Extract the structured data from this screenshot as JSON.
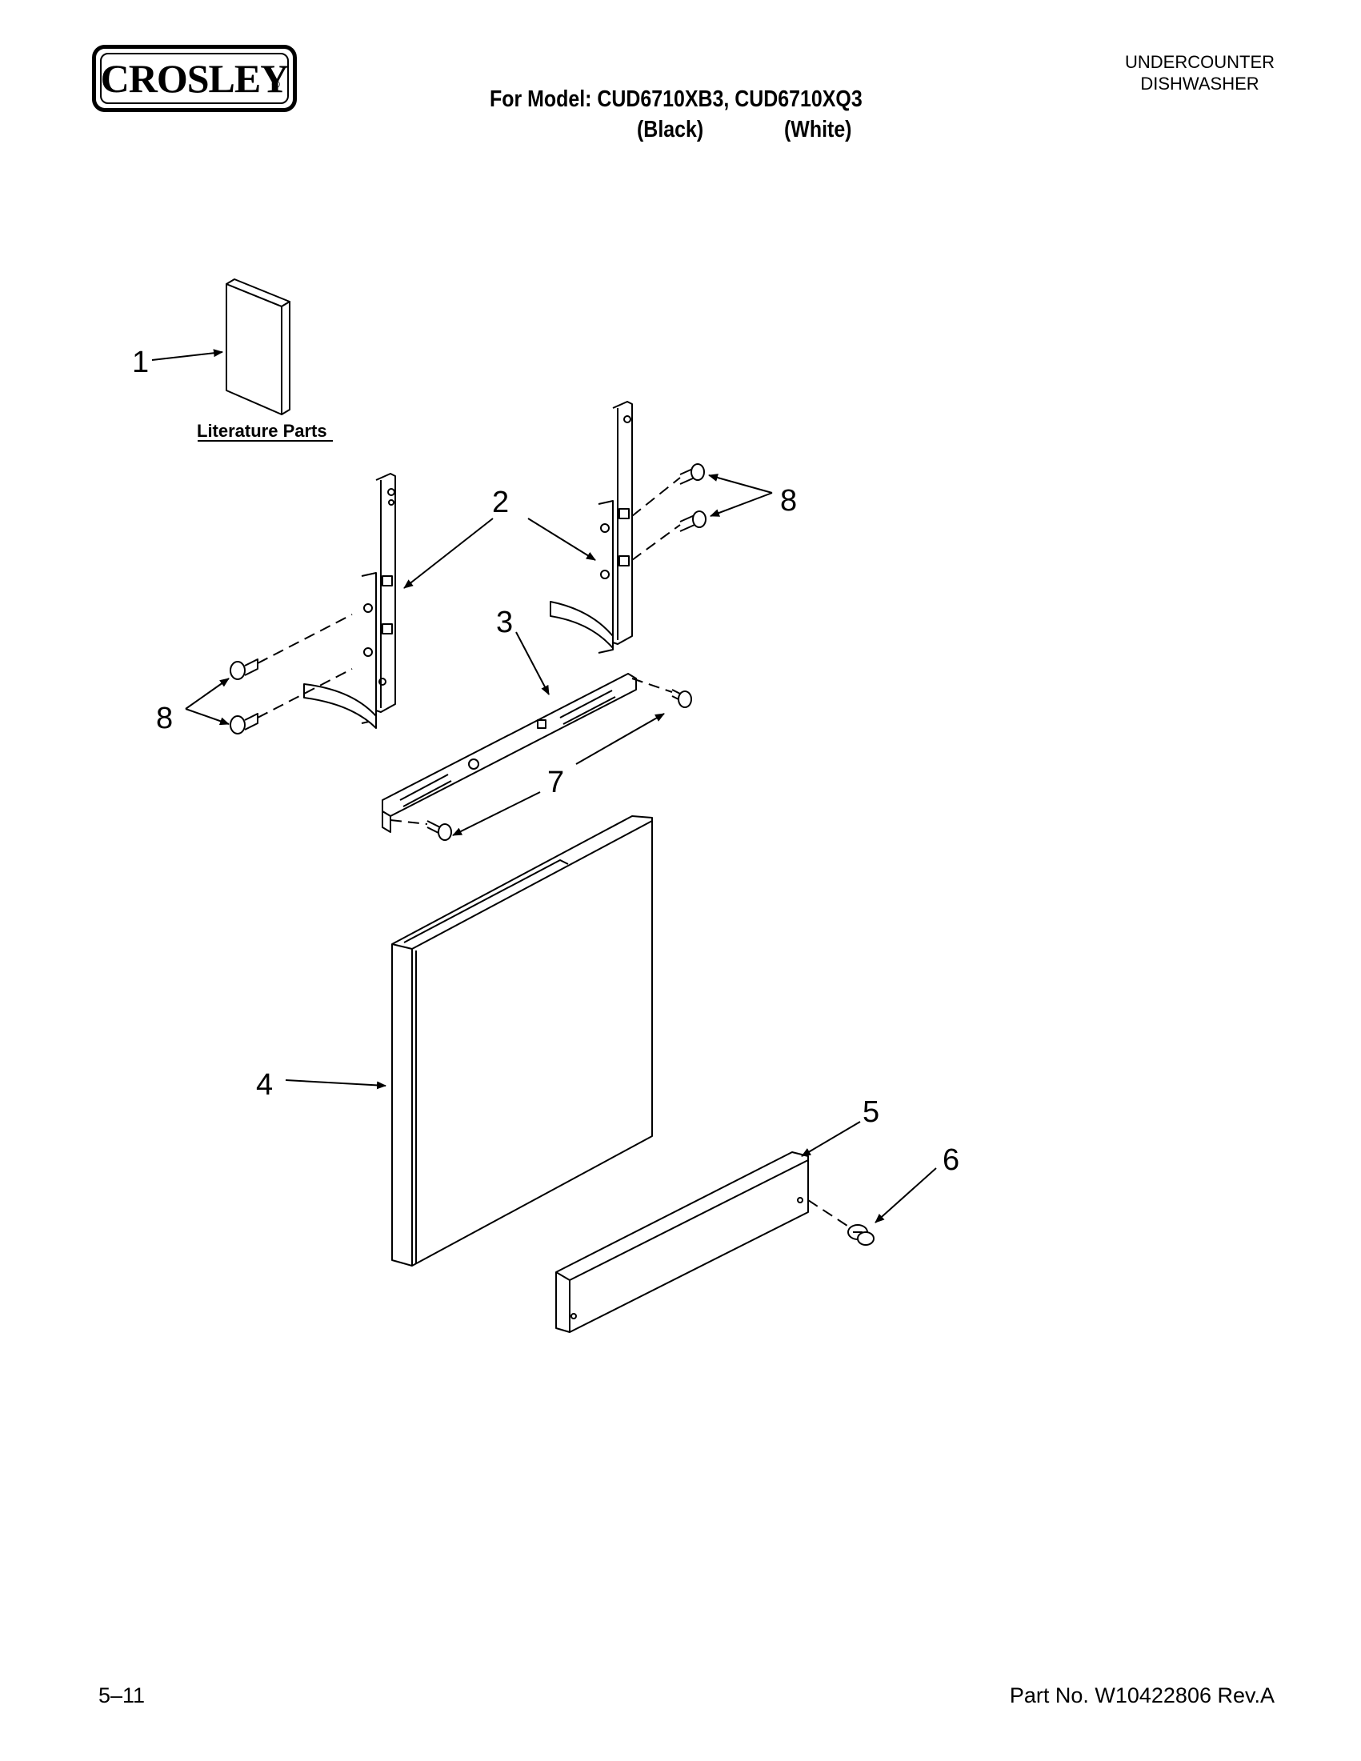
{
  "header": {
    "brand": "CROSLEY",
    "registered_mark": "®",
    "model_line": "For Model: CUD6710XB3, CUD6710XQ3",
    "variant_black": "(Black)",
    "variant_white": "(White)",
    "appliance_line1": "UNDERCOUNTER",
    "appliance_line2": "DISHWASHER"
  },
  "callouts": {
    "c1": "1",
    "c2": "2",
    "c3": "3",
    "c4": "4",
    "c5": "5",
    "c6": "6",
    "c7": "7",
    "c8a": "8",
    "c8b": "8"
  },
  "literature_label": "Literature Parts",
  "footer": {
    "page": "5–11",
    "part_no": "Part No. W10422806 Rev.A"
  }
}
